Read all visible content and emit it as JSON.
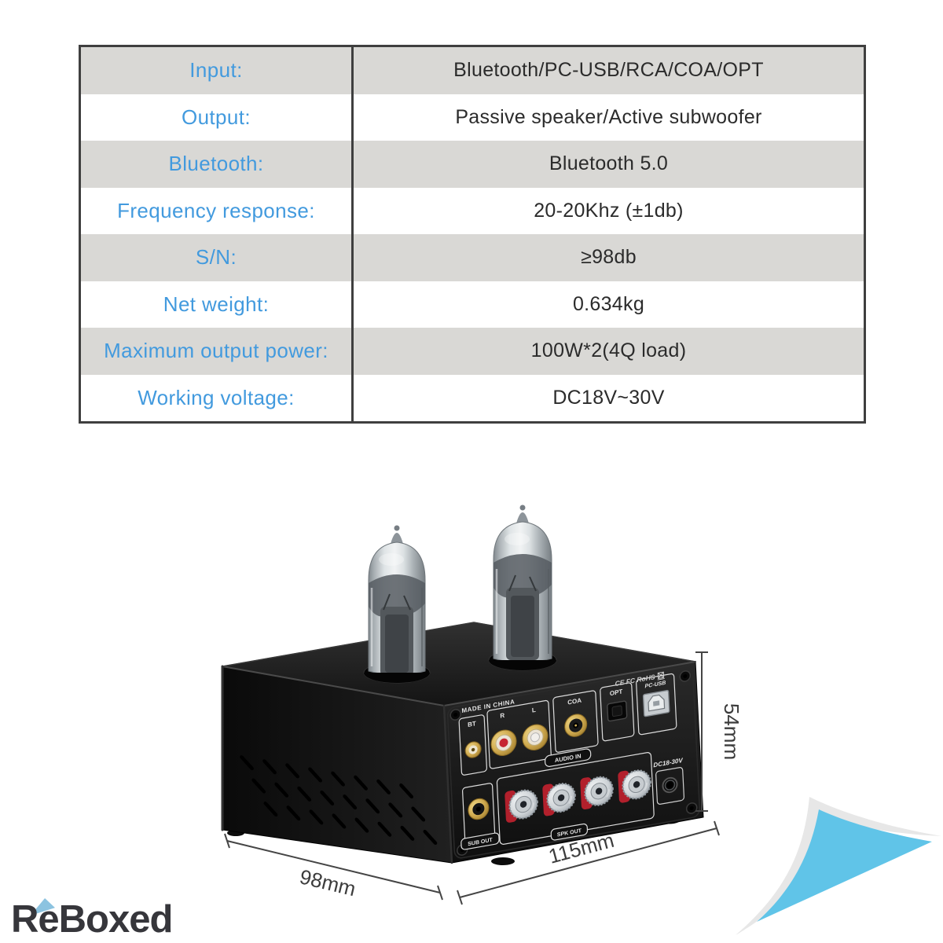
{
  "spec_table": {
    "rows": [
      {
        "label": "Input:",
        "value": "Bluetooth/PC-USB/RCA/COA/OPT"
      },
      {
        "label": "Output:",
        "value": "Passive speaker/Active subwoofer"
      },
      {
        "label": "Bluetooth:",
        "value": "Bluetooth 5.0"
      },
      {
        "label": "Frequency response:",
        "value": "20-20Khz (±1db)"
      },
      {
        "label": "S/N:",
        "value": "≥98db"
      },
      {
        "label": "Net weight:",
        "value": "0.634kg"
      },
      {
        "label": "Maximum output power:",
        "value": "100W*2(4Q load)"
      },
      {
        "label": "Working voltage:",
        "value": "DC18V~30V"
      }
    ]
  },
  "product": {
    "origin_label": "MADE IN CHINA",
    "cert_marks": "CE FC RoHS",
    "rear_panel": {
      "bt": "BT",
      "right_channel": "R",
      "left_channel": "L",
      "coa": "COA",
      "opt": "OPT",
      "pc_usb": "PC-USB",
      "audio_in": "AUDIO IN",
      "sub_out": "SUB OUT",
      "spk_out": "SPK OUT",
      "dc_power": "DC18-30V"
    },
    "dimensions": {
      "depth": "98mm",
      "width": "115mm",
      "height": "54mm"
    }
  },
  "brand": {
    "name": "ReBoxed"
  },
  "colors": {
    "label_blue": "#429ade",
    "row_gray": "#d9d8d5",
    "curl_blue": "#60c4e8",
    "curl_gray": "#e7e7e7",
    "chassis_black": "#161616"
  }
}
